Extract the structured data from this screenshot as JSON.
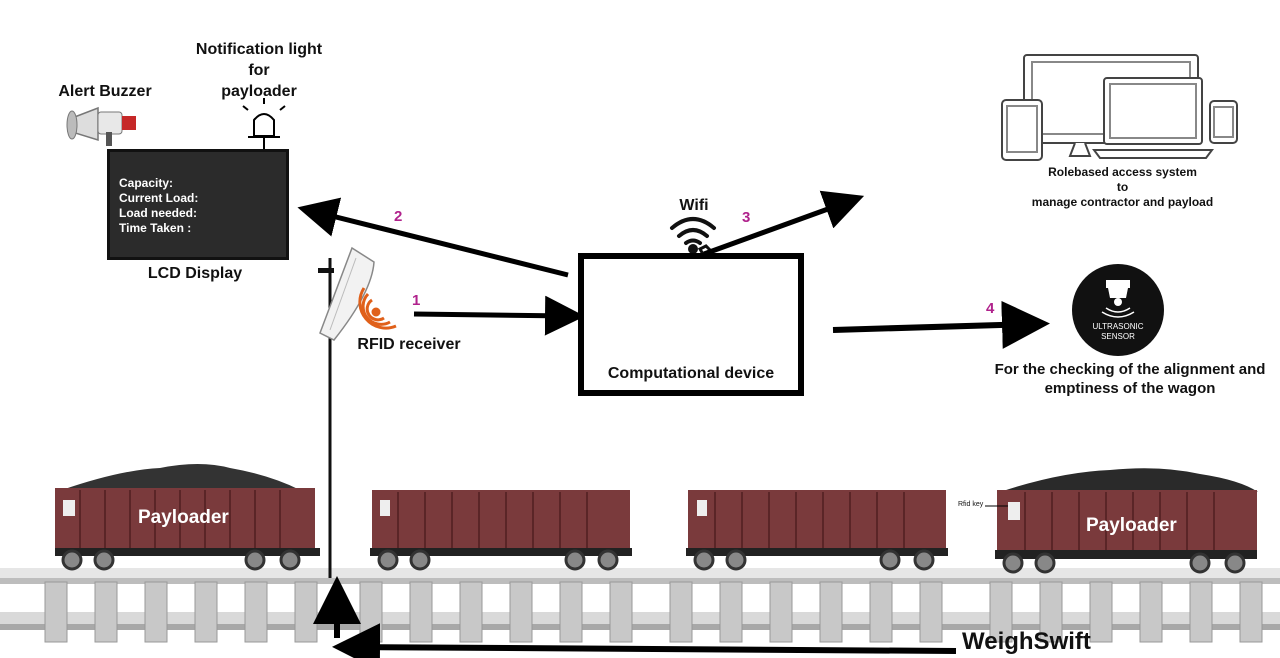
{
  "labels": {
    "alert_buzzer": "Alert Buzzer",
    "notification_light_1": "Notification light",
    "notification_light_2": "for",
    "notification_light_3": "payloader",
    "lcd_display": "LCD Display",
    "rfid_receiver": "RFID receiver",
    "wifi": "Wifi",
    "computational_device": "Computational device",
    "role_access_1": "Rolebased access system",
    "role_access_2": "to",
    "role_access_3": "manage contractor and payload",
    "ultrasonic_note_1": "For the checking of the alignment and",
    "ultrasonic_note_2": "emptiness of the wagon",
    "brand": "WeighSwift",
    "rfid_key": "Rfid key"
  },
  "lcd": {
    "capacity": "Capacity:",
    "current_load": "Current Load:",
    "load_needed": "Load needed:",
    "time_taken": "Time Taken :"
  },
  "sensor": {
    "line1": "ULTRASONIC",
    "line2": "SENSOR"
  },
  "steps": [
    "1",
    "2",
    "3",
    "4"
  ],
  "wagons": [
    {
      "label": "Payloader",
      "loaded": true
    },
    {
      "label": "",
      "loaded": false
    },
    {
      "label": "",
      "loaded": false
    },
    {
      "label": "Payloader",
      "loaded": true
    }
  ],
  "colors": {
    "wagon": "#7a3a3c",
    "wagon_dark": "#5a2527",
    "step_number": "#b0228c",
    "rfid_waves": "#e0601a"
  }
}
